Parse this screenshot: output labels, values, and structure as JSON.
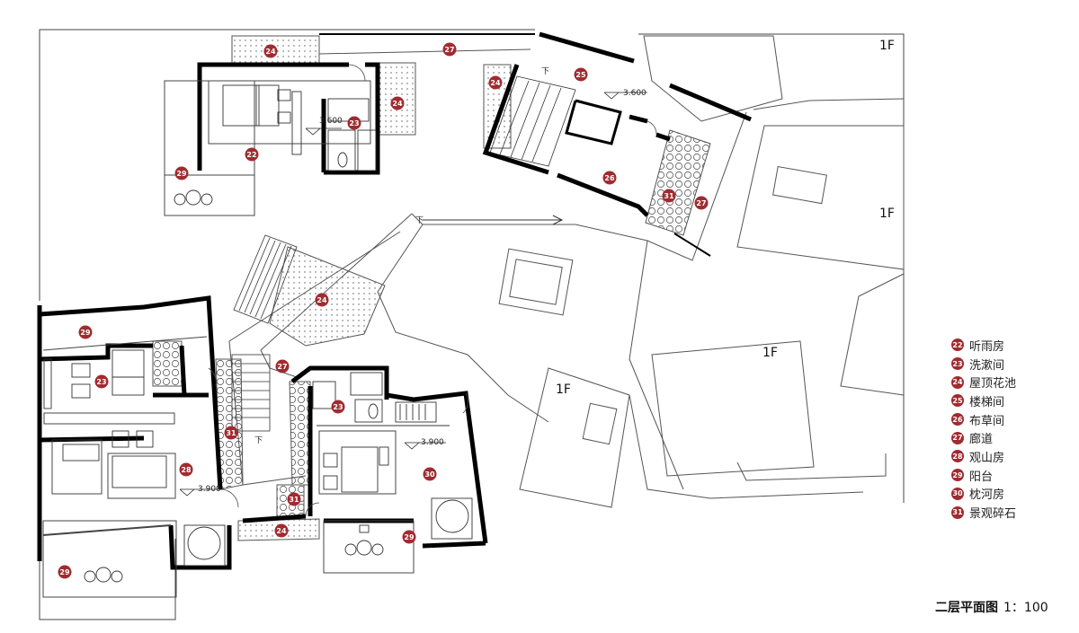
{
  "floor_labels": [
    "1F",
    "1F",
    "1F",
    "1F"
  ],
  "elevations": [
    "3.600",
    "3.600",
    "3.900",
    "3.900"
  ],
  "stair_down": "下",
  "markers": [
    "24",
    "27",
    "25",
    "24",
    "24",
    "23",
    "22",
    "29",
    "26",
    "31",
    "27",
    "24",
    "29",
    "23",
    "27",
    "31",
    "23",
    "28",
    "30",
    "31",
    "24",
    "29",
    "29"
  ],
  "legend": [
    {
      "num": "22",
      "label": "听雨房"
    },
    {
      "num": "23",
      "label": "洗漱间"
    },
    {
      "num": "24",
      "label": "屋顶花池"
    },
    {
      "num": "25",
      "label": "楼梯间"
    },
    {
      "num": "26",
      "label": "布草间"
    },
    {
      "num": "27",
      "label": "廊道"
    },
    {
      "num": "28",
      "label": "观山房"
    },
    {
      "num": "29",
      "label": "阳台"
    },
    {
      "num": "30",
      "label": "枕河房"
    },
    {
      "num": "31",
      "label": "景观碎石"
    }
  ],
  "caption": {
    "title": "二层平面图",
    "scale": "1：100"
  },
  "colors": {
    "marker": "#a02b30",
    "wall": "#000000",
    "line": "#555555"
  }
}
